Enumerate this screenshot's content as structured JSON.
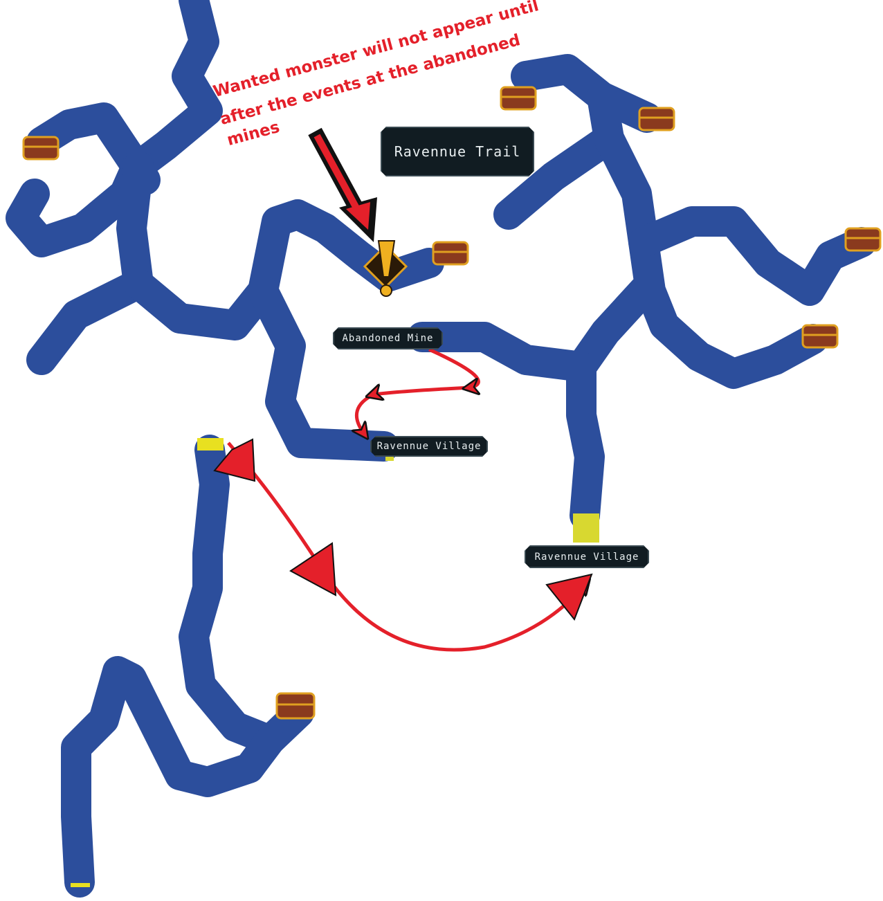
{
  "map": {
    "area_title": "Ravennue Trail",
    "labels": {
      "abandoned_mine": "Abandoned Mine",
      "ravennue_village_1": "Ravennue Village",
      "ravennue_village_2": "Ravennue Village"
    },
    "annotation": {
      "line1": "Wanted monster will not appear until",
      "line2": "after the events at the abandoned",
      "line3": "mines"
    },
    "icons": [
      "treasure-chest-icon",
      "wanted-monster-exclamation-icon",
      "arrow-icon",
      "exit-marker"
    ],
    "colors": {
      "corridor": "#2c4e9c",
      "annotation": "#e4202a",
      "exit": "#e8e020",
      "chest": "#8a3a1e"
    }
  }
}
